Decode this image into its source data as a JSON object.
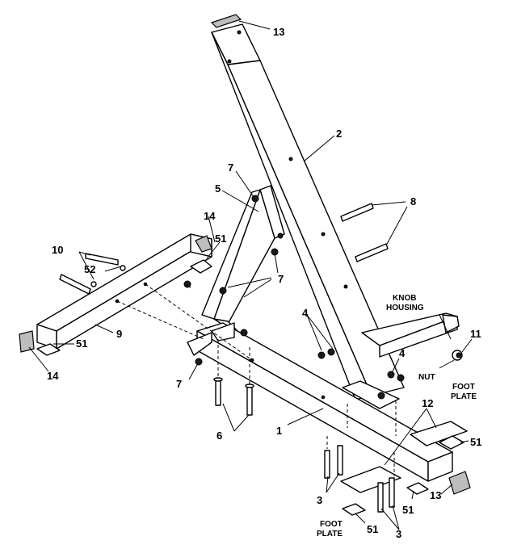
{
  "callouts": {
    "c1": "1",
    "c2": "2",
    "c3a": "3",
    "c3b": "3",
    "c4a": "4",
    "c4b": "4",
    "c5": "5",
    "c6": "6",
    "c7a": "7",
    "c7b": "7",
    "c7c": "7",
    "c8": "8",
    "c9": "9",
    "c10": "10",
    "c11": "11",
    "c12": "12",
    "c13a": "13",
    "c13b": "13",
    "c14a": "14",
    "c14b": "14",
    "c51a": "51",
    "c51b": "51",
    "c51c": "51",
    "c51d": "51",
    "c51e": "51",
    "c52": "52"
  },
  "labels": {
    "knob_line1": "KNOB",
    "knob_line2": "HOUSING",
    "nut": "NUT",
    "foot_plate_top_1": "FOOT",
    "foot_plate_top_2": "PLATE",
    "foot_plate_bottom_1": "FOOT",
    "foot_plate_bottom_2": "PLATE"
  }
}
